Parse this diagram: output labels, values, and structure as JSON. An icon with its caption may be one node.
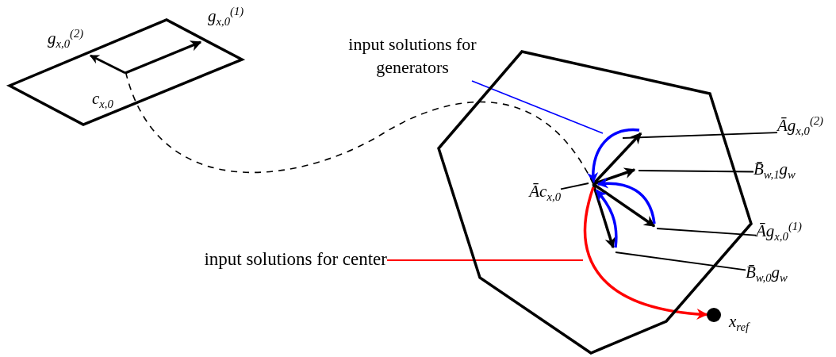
{
  "diagram": {
    "nodes": [
      {
        "text": [
          "c$_{x,0}$"
        ],
        "beside": [
          "g$_{x,0}$$^{(2)}$",
          "g$_{x,0}$$^{(1)}$"
        ]
      },
      {
        "text": [],
        "shape": "polygon"
      },
      {
        "text": [
          "input solutions for generators"
        ]
      },
      {
        "text": [
          "input solutions for center"
        ]
      },
      {
        "text": [
          "Āc$_{x,0}$"
        ],
        "in": 1
      },
      {
        "text": [
          "Āg$_{x,0}$$^{(2)}$"
        ]
      },
      {
        "text": [
          "B̄$_{w,1}$g$_{w}$"
        ]
      },
      {
        "text": [
          "Āg$_{x,0}$$^{(1)}$"
        ]
      },
      {
        "text": [
          "B̄$_{w,0}$g$_{w}$"
        ]
      },
      {
        "text": [],
        "shape": "circle",
        "beside": [
          "x$_{ref}$"
        ]
      }
    ],
    "edges": [
      {
        "from": 0,
        "to": null,
        "arrow": "none",
        "style": "dashed"
      },
      {
        "from": 2,
        "to": null,
        "arrow": "none",
        "color": "#0000ff"
      },
      {
        "from": 3,
        "to": null,
        "arrow": "none",
        "color": "#ff0000"
      },
      {
        "from": 4,
        "to": null,
        "arrow": "none"
      },
      {
        "from": 5,
        "to": null,
        "arrow": "none"
      },
      {
        "from": 6,
        "to": null,
        "arrow": "none"
      },
      {
        "from": 7,
        "to": null,
        "arrow": "none"
      },
      {
        "from": 8,
        "to": null,
        "arrow": "none"
      },
      {
        "from": null,
        "to": 9,
        "arrow": "to",
        "style": "thick",
        "color": "#ff0000"
      }
    ]
  }
}
